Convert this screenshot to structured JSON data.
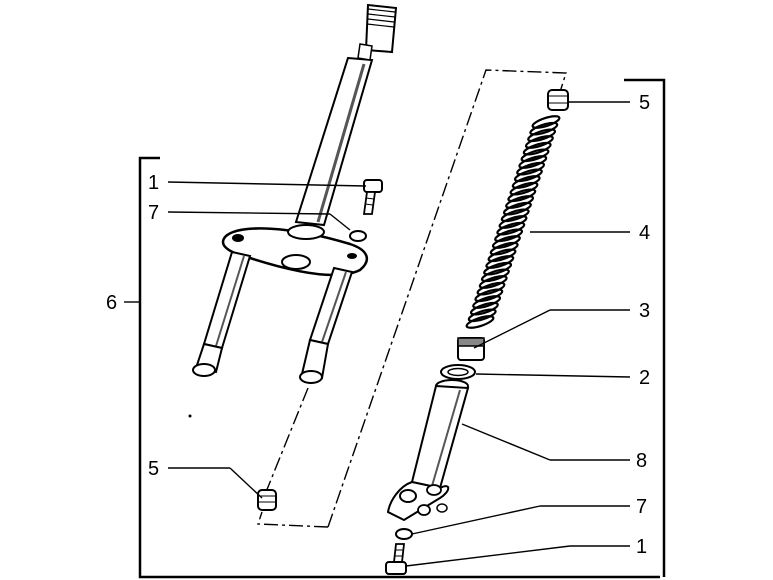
{
  "diagram": {
    "colors": {
      "ink": "#000000",
      "paper": "#ffffff",
      "shade": "#555555"
    },
    "callouts": {
      "left_bolt": "1",
      "left_washer": "7",
      "left_group": "6",
      "left_bushing": "5",
      "right_bushing": "5",
      "spring": "4",
      "spring_cap": "3",
      "seal_ring": "2",
      "slider_tube": "8",
      "right_washer": "7",
      "right_bolt": "1"
    }
  }
}
